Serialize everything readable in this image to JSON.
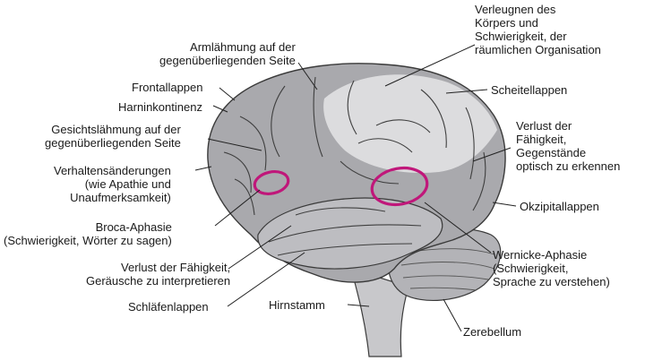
{
  "labels": {
    "arm_paralysis": "Armlähmung auf der\ngegenüberliegenden Seite",
    "frontal_lobe": "Frontallappen",
    "incontinence": "Harninkontinenz",
    "facial_paralysis": "Gesichtslähmung auf der\ngegenüberliegenden Seite",
    "behavior_changes": "Verhaltensänderungen\n(wie Apathie und\nUnaufmerksamkeit)",
    "broca": "Broca-Aphasie\n(Schwierigkeit, Wörter zu sagen)",
    "hearing_loss": "Verlust der Fähigkeit,\nGeräusche zu interpretieren",
    "temporal_lobe": "Schläfenlappen",
    "brainstem": "Hirnstamm",
    "denial": "Verleugnen des\nKörpers und\nSchwierigkeit, der\nräumlichen Organisation",
    "parietal_lobe": "Scheitellappen",
    "visual_loss": "Verlust der\nFähigkeit,\nGegenstände\noptisch zu erkennen",
    "occipital_lobe": "Okzipitallappen",
    "wernicke": "Wernicke-Aphasie\n(Schwierigkeit,\nSprache zu verstehen)",
    "cerebellum": "Zerebellum"
  },
  "colors": {
    "brain_fill": "#a9a9ad",
    "parietal_fill": "#dcdcde",
    "temporal_fill": "#bdbdc1",
    "outline": "#3a3a3a",
    "highlight_ring": "#c0177a",
    "leader_line": "#222222"
  }
}
